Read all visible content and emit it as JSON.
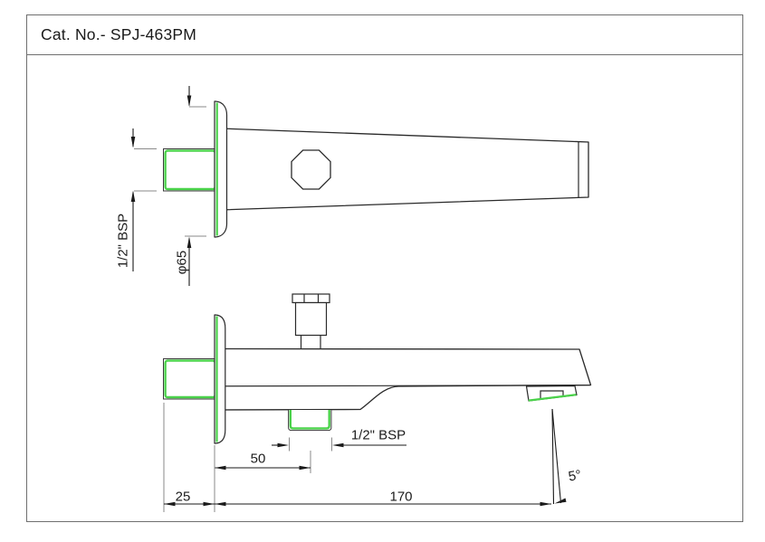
{
  "title": "Cat. No.- SPJ-463PM",
  "product": {
    "type": "bath-spout-with-diverter",
    "views": [
      "top-view",
      "side-view"
    ]
  },
  "dimensions": {
    "inlet_thread": "1/2\" BSP",
    "flange_diameter": "φ65",
    "diverter_thread": "1/2\" BSP",
    "wall_to_diverter_mm": "50",
    "wall_clearance_mm": "25",
    "spout_length_mm": "170",
    "outlet_angle": "5°"
  },
  "colors": {
    "highlight_green": "#4ad24a",
    "outline": "#2a2a2a",
    "dimension_line": "#1a1a1a",
    "extension_line": "#8a8a8a",
    "border_gray": "#6f6f6f"
  }
}
